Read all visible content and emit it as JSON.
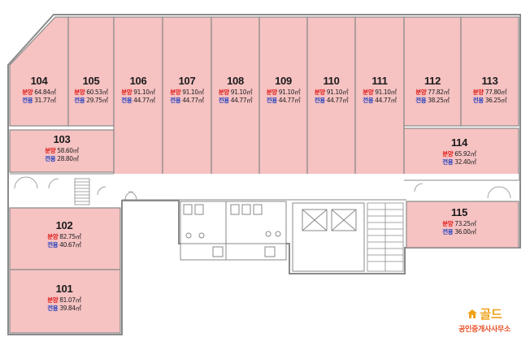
{
  "units": [
    {
      "id": "104",
      "sale_label": "분양",
      "sale": "64.84㎡",
      "excl_label": "전용",
      "excl": "31.77㎡"
    },
    {
      "id": "105",
      "sale_label": "분양",
      "sale": "60.53㎡",
      "excl_label": "전용",
      "excl": "29.75㎡"
    },
    {
      "id": "106",
      "sale_label": "분양",
      "sale": "91.10㎡",
      "excl_label": "전용",
      "excl": "44.77㎡"
    },
    {
      "id": "107",
      "sale_label": "분양",
      "sale": "91.10㎡",
      "excl_label": "전용",
      "excl": "44.77㎡"
    },
    {
      "id": "108",
      "sale_label": "분양",
      "sale": "91.10㎡",
      "excl_label": "전용",
      "excl": "44.77㎡"
    },
    {
      "id": "109",
      "sale_label": "분양",
      "sale": "91.10㎡",
      "excl_label": "전용",
      "excl": "44.77㎡"
    },
    {
      "id": "110",
      "sale_label": "분양",
      "sale": "91.10㎡",
      "excl_label": "전용",
      "excl": "44.77㎡"
    },
    {
      "id": "111",
      "sale_label": "분양",
      "sale": "91.10㎡",
      "excl_label": "전용",
      "excl": "44.77㎡"
    },
    {
      "id": "112",
      "sale_label": "분양",
      "sale": "77.82㎡",
      "excl_label": "전용",
      "excl": "38.25㎡"
    },
    {
      "id": "113",
      "sale_label": "분양",
      "sale": "77.80㎡",
      "excl_label": "전용",
      "excl": "36.25㎡"
    },
    {
      "id": "103",
      "sale_label": "분양",
      "sale": "58.60㎡",
      "excl_label": "전용",
      "excl": "28.80㎡"
    },
    {
      "id": "114",
      "sale_label": "분양",
      "sale": "65.92㎡",
      "excl_label": "전용",
      "excl": "32.40㎡"
    },
    {
      "id": "115",
      "sale_label": "분양",
      "sale": "73.25㎡",
      "excl_label": "전용",
      "excl": "36.00㎡"
    },
    {
      "id": "102",
      "sale_label": "분양",
      "sale": "82.75㎡",
      "excl_label": "전용",
      "excl": "40.67㎡"
    },
    {
      "id": "101",
      "sale_label": "분양",
      "sale": "81.07㎡",
      "excl_label": "전용",
      "excl": "39.84㎡"
    }
  ],
  "colors": {
    "unit_fill": "#f6c2c2",
    "wall": "#8a8a8a",
    "corridor": "#ffffff",
    "sale_tag": "#e0201b",
    "excl_tag": "#1f3fbf",
    "brand": "#f0a21a"
  },
  "logo": {
    "brand": "골드",
    "subtitle": "공인중개사사무소",
    "icon": "house-icon"
  }
}
